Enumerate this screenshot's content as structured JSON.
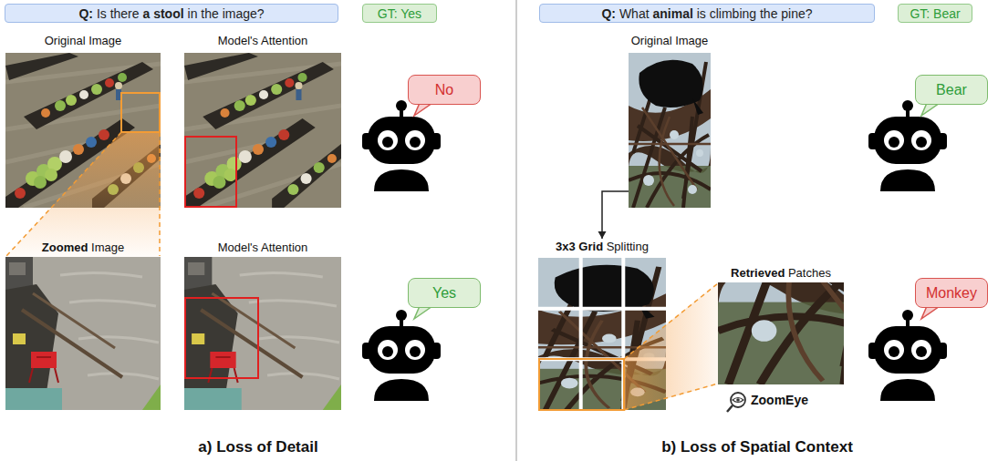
{
  "diagram": {
    "nodes": [
      {
        "text": [
          "Q:",
          "Is there",
          "a stool",
          "in the image?"
        ]
      },
      {
        "text": [
          "GT: Yes"
        ]
      },
      {
        "text": [
          "Original Image"
        ]
      },
      {
        "text": [
          "Model's Attention"
        ]
      },
      {
        "text": [
          "No"
        ]
      },
      {
        "text": [
          "Zoomed",
          "Image"
        ]
      },
      {
        "text": [
          "Model's Attention"
        ]
      },
      {
        "text": [
          "Yes"
        ]
      },
      {
        "text": [
          "Q:",
          "What",
          "animal",
          "is climbing the pine?"
        ]
      },
      {
        "text": [
          "GT: Bear"
        ]
      },
      {
        "text": [
          "Original Image"
        ]
      },
      {
        "text": [
          "Bear"
        ]
      },
      {
        "text": [
          "3x3 Grid",
          "Splitting"
        ]
      },
      {
        "text": [
          "Retrieved",
          "Patches"
        ]
      },
      {
        "text": [
          "Monkey"
        ]
      }
    ],
    "edges": [
      {
        "from": 10,
        "to": 12,
        "arrow": "to"
      }
    ],
    "labels": [
      "ZoomEye",
      "a) Loss of Detail",
      "b) Loss of Spatial Context"
    ]
  }
}
